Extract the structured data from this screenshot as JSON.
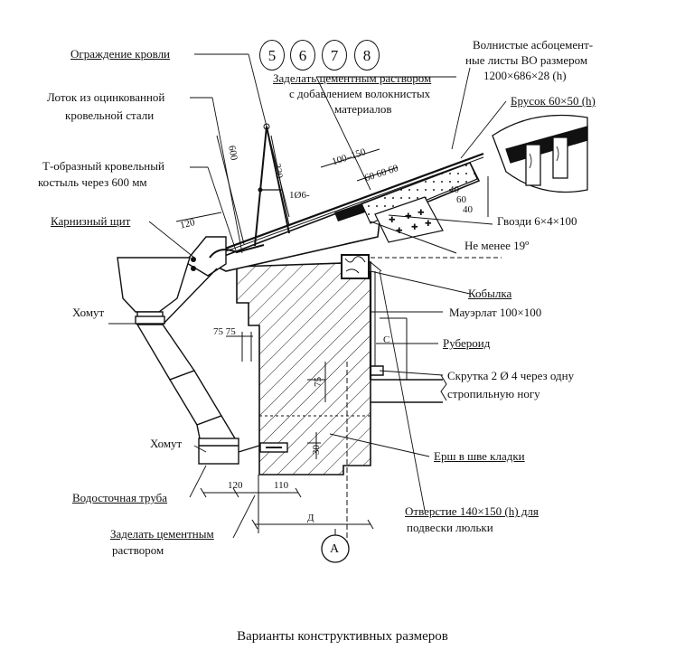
{
  "variant_numbers": [
    "5",
    "6",
    "7",
    "8"
  ],
  "labels": {
    "roof_fence": "Ограждение кровли",
    "gutter_1": "Лоток из оцинкованной",
    "gutter_2": "кровельной стали",
    "crutch_1": "Т-образный кровельный",
    "crutch_2": "костыль через 600 мм",
    "eaves_board": "Карнизный щит",
    "clamp_top": "Хомут",
    "clamp_bottom": "Хомут",
    "drain_pipe": "Водосточная труба",
    "seal_cement_1": "Заделать цементным",
    "seal_cement_2": "раствором",
    "seal_fiber_1": "Заделать цементным раствором",
    "seal_fiber_2": "с добавлением волокнистых",
    "seal_fiber_3": "материалов",
    "sheets_1": "Волнистые асбоцемент-",
    "sheets_2": "ные листы ВО размером",
    "sheets_3": "1200×686×28 (h)",
    "bar": "Брусок 60×50 (h)",
    "nails": "Гвозди 6×4×100",
    "slope": "Не менее 19º",
    "kobylka": "Кобылка",
    "mauerlat": "Мауэрлат 100×100",
    "ruberoid": "Рубероид",
    "twist_1": "Скрутка 2 Ø 4 через одну",
    "twist_2": "стропильную ногу",
    "ruff": "Ерш в шве кладки",
    "hole_1": "Отверстие 140×150 (h) для",
    "hole_2": "подвески люльки"
  },
  "dimensions": {
    "d600": "600",
    "d330": "330",
    "d1o6": "1Ø6-",
    "d100_150": "100–150",
    "d60_60_60": "60 60 60",
    "d40a": "40",
    "d60": "60",
    "d40b": "40",
    "d120_top": "120",
    "d75_75": "75 75",
    "c": "С",
    "d75": "75",
    "d30": "30",
    "d120_bottom": "120",
    "d110": "110",
    "d": "Д"
  },
  "axis_label": "А",
  "caption": "Варианты конструктивных размеров"
}
